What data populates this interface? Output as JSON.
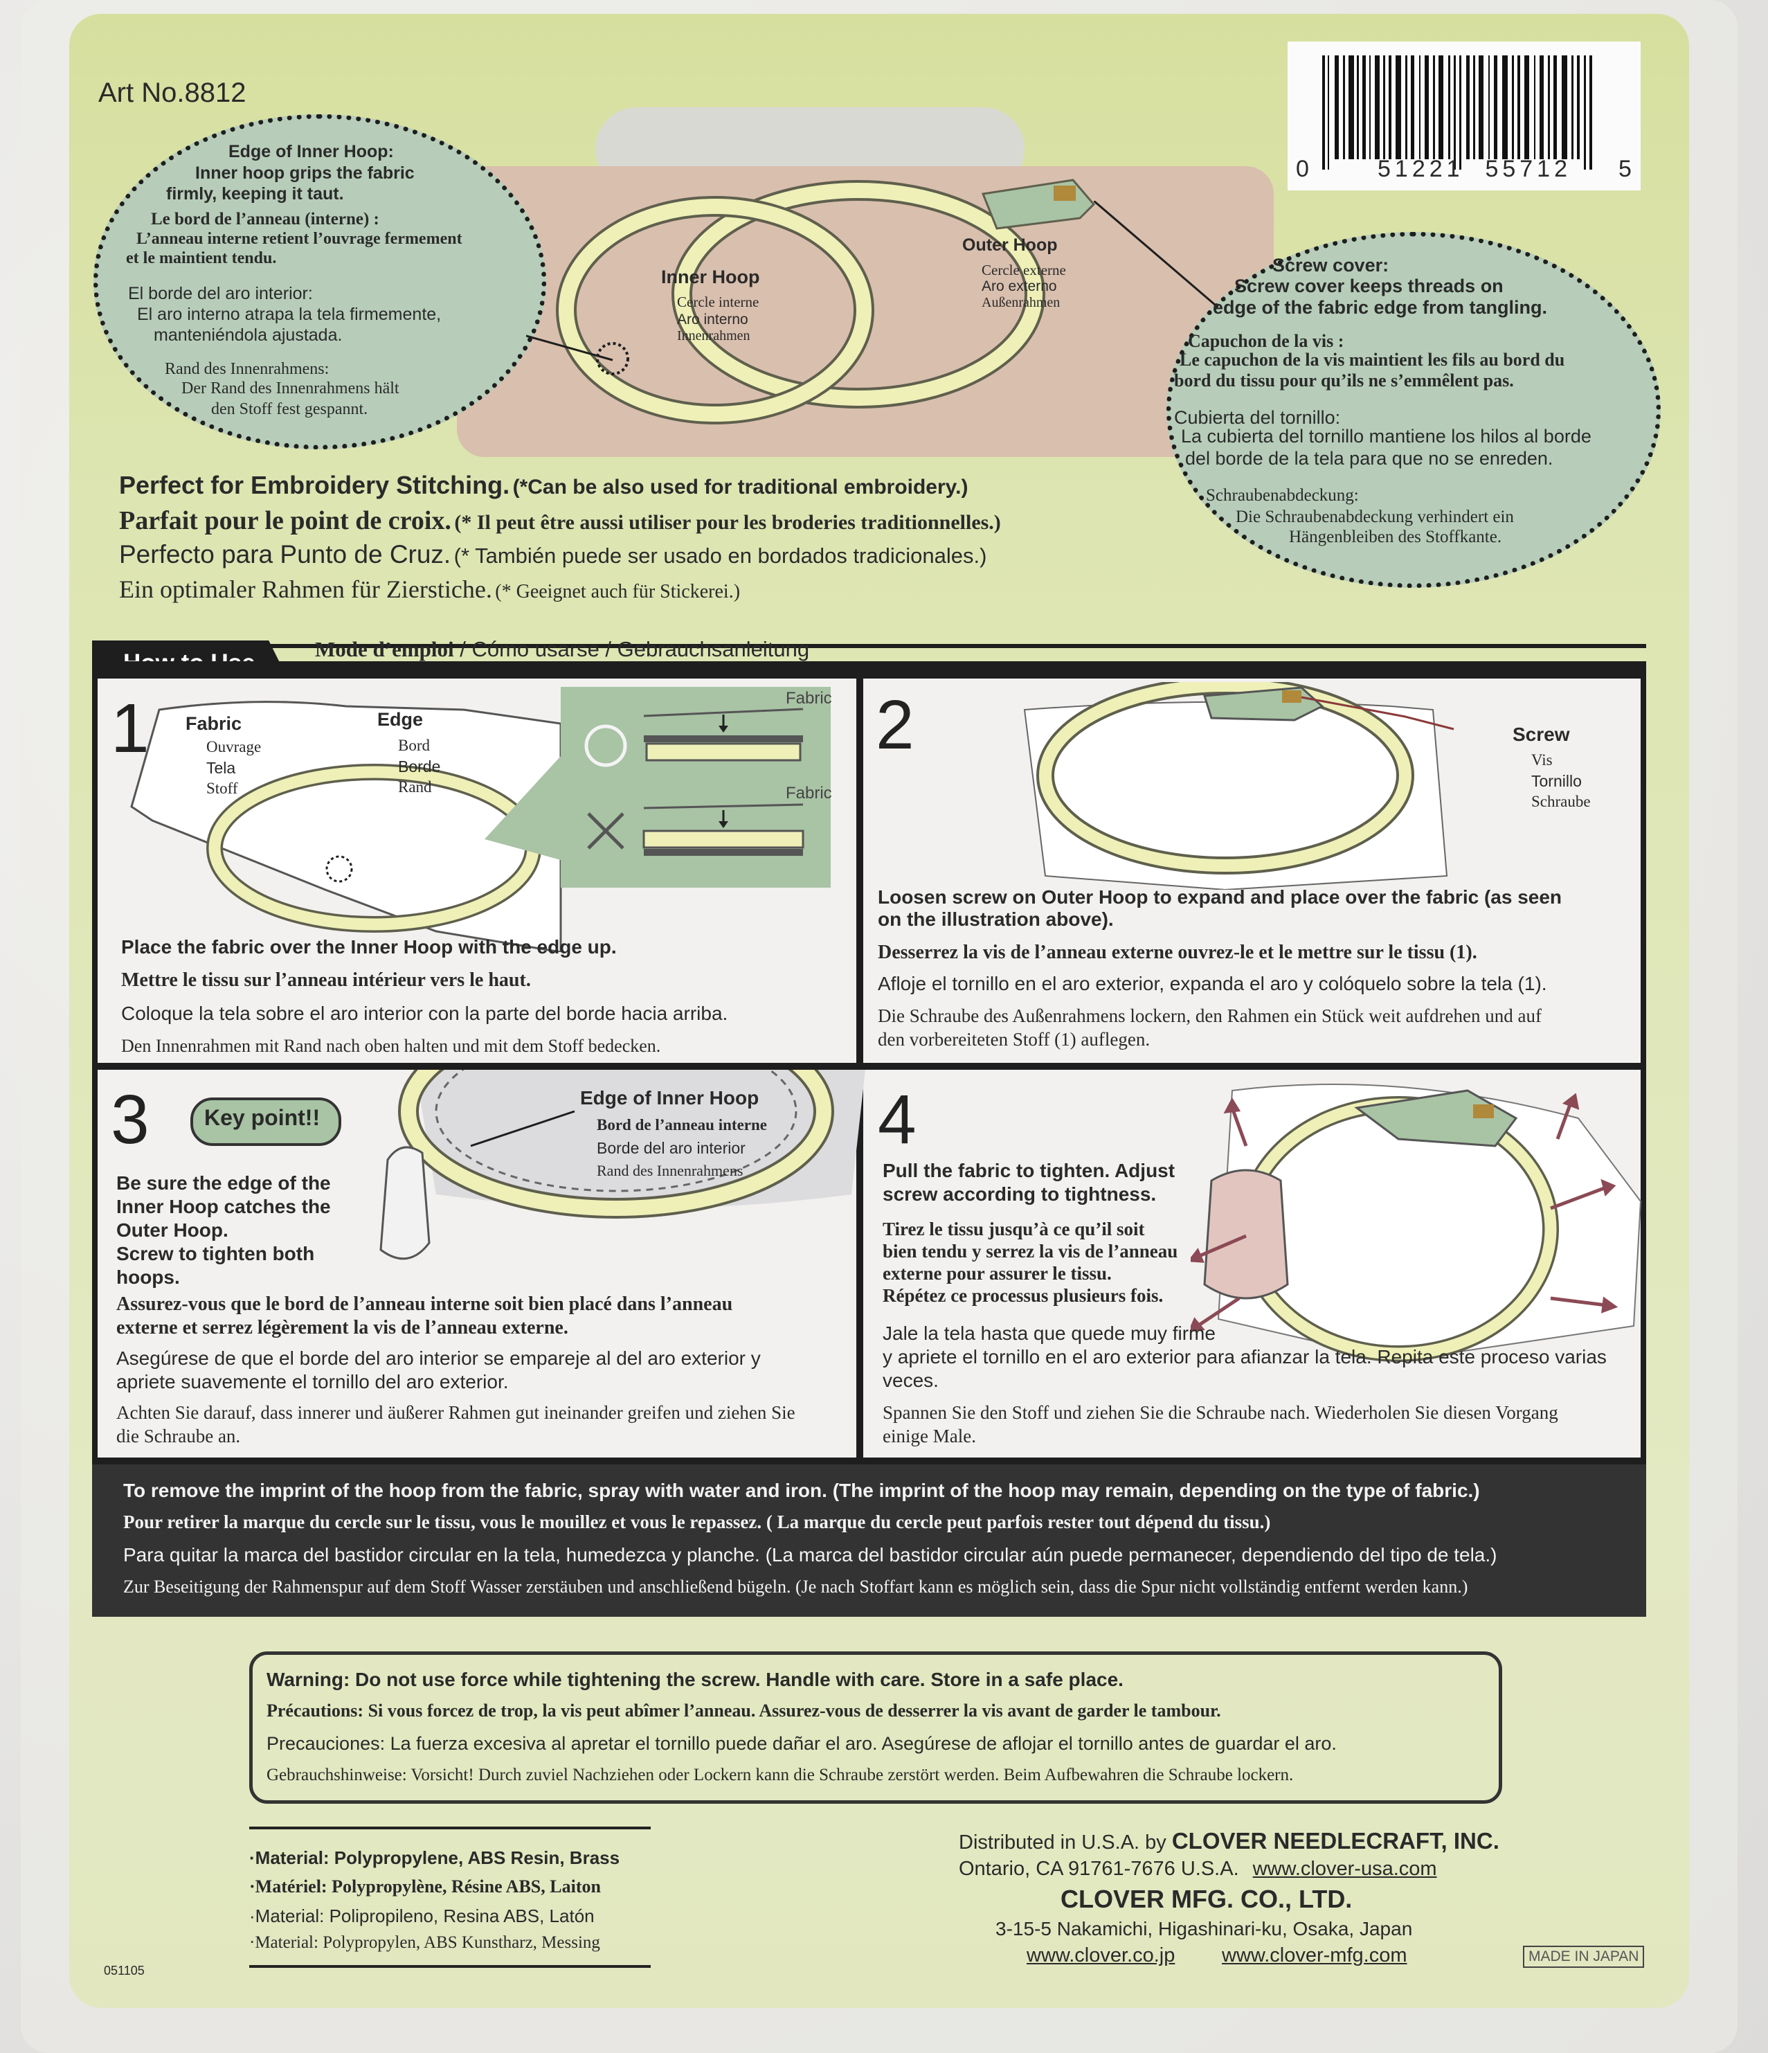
{
  "art_no": "Art No.8812",
  "barcode": {
    "left": "0",
    "middle": "51221  55712",
    "right": "5"
  },
  "inner_edge_bubble": {
    "en": [
      "Edge of Inner Hoop:",
      "Inner hoop grips the fabric",
      "firmly, keeping it taut."
    ],
    "fr": [
      "Le bord de l’anneau (interne) :",
      "L’anneau interne retient l’ouvrage fermement",
      "et le maintient tendu."
    ],
    "es": [
      "El borde del aro interior:",
      "El aro interno atrapa la tela firmemente,",
      "manteniéndola ajustada."
    ],
    "de": [
      "Rand des Innenrahmens:",
      "Der Rand des Innenrahmens hält",
      "den Stoff fest gespannt."
    ]
  },
  "screw_bubble": {
    "en": [
      "Screw cover:",
      "Screw cover keeps threads on",
      "edge of the fabric edge from tangling."
    ],
    "fr": [
      "Capuchon de la vis :",
      "Le capuchon de la vis maintient les fils au bord du",
      "bord du tissu pour qu’ils ne s’emmêlent pas."
    ],
    "es": [
      "Cubierta del tornillo:",
      "La cubierta del tornillo mantiene los hilos al borde",
      "del borde de la tela para que no se enreden."
    ],
    "de": [
      "Schraubenabdeckung:",
      "Die Schraubenabdeckung verhindert ein",
      "Hängenbleiben des Stoffkante."
    ]
  },
  "hoops": {
    "inner": [
      "Inner Hoop",
      "Cercle interne",
      "Aro interno",
      "Innenrahmen"
    ],
    "outer": [
      "Outer Hoop",
      "Cercle externe",
      "Aro externo",
      "Außenrahmen"
    ]
  },
  "perfect": {
    "en": "Perfect for Embroidery Stitching.",
    "en_note": "(*Can be also used for traditional embroidery.)",
    "fr": "Parfait pour le point de croix.",
    "fr_note": "(* Il peut être aussi utiliser pour les broderies traditionnelles.)",
    "es": "Perfecto para Punto de Cruz.",
    "es_note": "(* También puede ser usado en bordados tradicionales.)",
    "de": "Ein optimaler Rahmen für Zierstiche.",
    "de_note": "(* Geeignet auch für Stickerei.)"
  },
  "how_to": {
    "tab": "How to Use",
    "subtitle_fr": "Mode d’emploi",
    "subtitle_rest": " / Cómo usarse / Gebrauchsanleitung"
  },
  "step1": {
    "num": "1",
    "fabric": [
      "Fabric",
      "Ouvrage",
      "Tela",
      "Stoff"
    ],
    "edge": [
      "Edge",
      "Bord",
      "Borde",
      "Rand"
    ],
    "fabric_label": "Fabric",
    "text": [
      "Place the fabric over the Inner Hoop with the edge up.",
      "Mettre le tissu sur l’anneau intérieur vers le haut.",
      "Coloque la tela sobre el aro interior con la parte del borde hacia arriba.",
      "Den Innenrahmen mit Rand nach oben halten und mit dem Stoff bedecken."
    ]
  },
  "step2": {
    "num": "2",
    "screw": [
      "Screw",
      "Vis",
      "Tornillo",
      "Schraube"
    ],
    "text": [
      "Loosen screw on Outer Hoop to expand and place over the fabric (as seen",
      "on the illustration above).",
      "Desserrez la vis de l’anneau externe ouvrez-le et le mettre sur le tissu (1).",
      "Afloje el tornillo en el aro exterior, expanda el aro y colóquelo sobre la tela (1).",
      "Die Schraube des Außenrahmens lockern, den Rahmen ein Stück weit aufdrehen und auf",
      "den vorbereiteten Stoff (1) auflegen."
    ]
  },
  "step3": {
    "num": "3",
    "key": "Key point!!",
    "edge": [
      "Edge of Inner Hoop",
      "Bord de l’anneau interne",
      "Borde del aro interior",
      "Rand des Innenrahmens"
    ],
    "en": [
      "Be sure the edge of the",
      "Inner Hoop catches the",
      "Outer Hoop.",
      "Screw to tighten both",
      "hoops."
    ],
    "fr": [
      "Assurez-vous que le bord de l’anneau  interne soit bien placé dans l’anneau",
      "externe et serrez légèrement la vis de l’anneau externe."
    ],
    "es": [
      "Asegúrese de que el borde del aro interior se empareje al del aro exterior y",
      "apriete suavemente el tornillo del aro exterior."
    ],
    "de": [
      "Achten Sie darauf, dass innerer und äußerer Rahmen gut ineinander greifen und ziehen Sie",
      "die Schraube an."
    ]
  },
  "step4": {
    "num": "4",
    "en": [
      "Pull the fabric to tighten. Adjust",
      "screw according to tightness."
    ],
    "fr": [
      "Tirez le tissu jusqu’à ce qu’il soit",
      "bien tendu y serrez la vis de l’anneau",
      "externe pour assurer le tissu.",
      "Répétez ce processus plusieurs fois."
    ],
    "es": [
      "Jale la tela hasta que quede muy firme",
      "y apriete el tornillo en el aro exterior para afianzar la tela. Repita este proceso varias",
      "veces."
    ],
    "de": [
      "Spannen Sie den Stoff und ziehen Sie die Schraube nach. Wiederholen Sie diesen Vorgang",
      "einige Male."
    ]
  },
  "remove": [
    "To remove the imprint of the hoop from the fabric, spray with water and iron. (The imprint of the hoop may remain, depending on the type of fabric.)",
    "Pour retirer la marque du cercle sur le tissu, vous le mouillez et vous le repassez. ( La marque du cercle peut parfois rester tout dépend du tissu.)",
    "Para quitar la marca del bastidor circular en la tela, humedezca y planche. (La marca del bastidor circular aún puede permanecer, dependiendo del tipo de tela.)",
    "Zur Beseitigung der Rahmenspur auf dem Stoff Wasser zerstäuben und anschließend bügeln. (Je nach Stoffart kann es möglich sein, dass die Spur nicht vollständig entfernt werden kann.)"
  ],
  "warning": [
    "Warning: Do not use force while tightening the screw. Handle with care. Store in a safe place.",
    "Précautions: Si vous forcez de trop, la vis peut abîmer l’anneau. Assurez-vous de desserrer la vis avant de garder le tambour.",
    "Precauciones: La fuerza excesiva al apretar el tornillo puede dañar el aro. Asegúrese de aflojar el tornillo antes de guardar el aro.",
    "Gebrauchshinweise: Vorsicht! Durch zuviel Nachziehen oder Lockern kann die Schraube zerstört werden. Beim Aufbewahren die Schraube lockern."
  ],
  "material": [
    "·Material: Polypropylene, ABS Resin, Brass",
    "·Matériel: Polypropylène, Résine ABS, Laiton",
    "·Material: Polipropileno, Resina ABS, Latón",
    "·Material: Polypropylen, ABS Kunstharz, Messing"
  ],
  "distributor": {
    "line1_a": "Distributed in U.S.A. by ",
    "line1_b": "CLOVER NEEDLECRAFT, INC.",
    "line2_a": "Ontario, CA 91761-7676 U.S.A.",
    "line2_b": "www.clover-usa.com",
    "maker": "CLOVER MFG. CO., LTD.",
    "addr": "3-15-5 Nakamichi, Higashinari-ku, Osaka, Japan",
    "url1": "www.clover.co.jp",
    "url2": "www.clover-mfg.com",
    "made": "MADE IN JAPAN"
  },
  "code": "051105",
  "colors": {
    "card": "#dde4b0",
    "bubble": "#b7cdb9",
    "hoop": "#eef0b8",
    "pink": "#d9bfae",
    "panel": "#1e1e1e",
    "arrow": "#8b4a55"
  }
}
